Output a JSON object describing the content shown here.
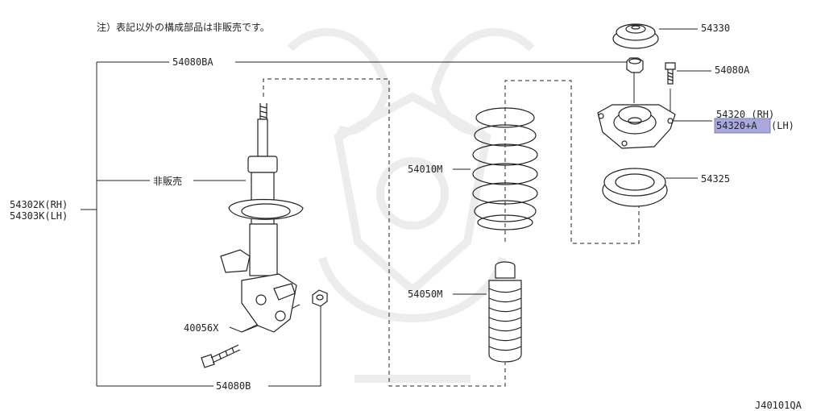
{
  "note": "注）表記以外の構成部品は非販売です。",
  "diagram_code": "J40101QA",
  "labels": {
    "p54080BA": "54080BA",
    "p54330": "54330",
    "p54080A": "54080A",
    "p54320_rh": "54320 (RH)",
    "p54320a_lh_num": "54320+A",
    "p54320a_lh_side": "(LH)",
    "p54325": "54325",
    "p54010M": "54010M",
    "p54050M": "54050M",
    "not_sold": "非販売",
    "p54302K": "54302K(RH)",
    "p54303K": "54303K(LH)",
    "p40056X": "40056X",
    "p54080B": "54080B"
  },
  "colors": {
    "highlight": "#a9a9e0",
    "line": "#222222",
    "watermark": "#ececec"
  }
}
